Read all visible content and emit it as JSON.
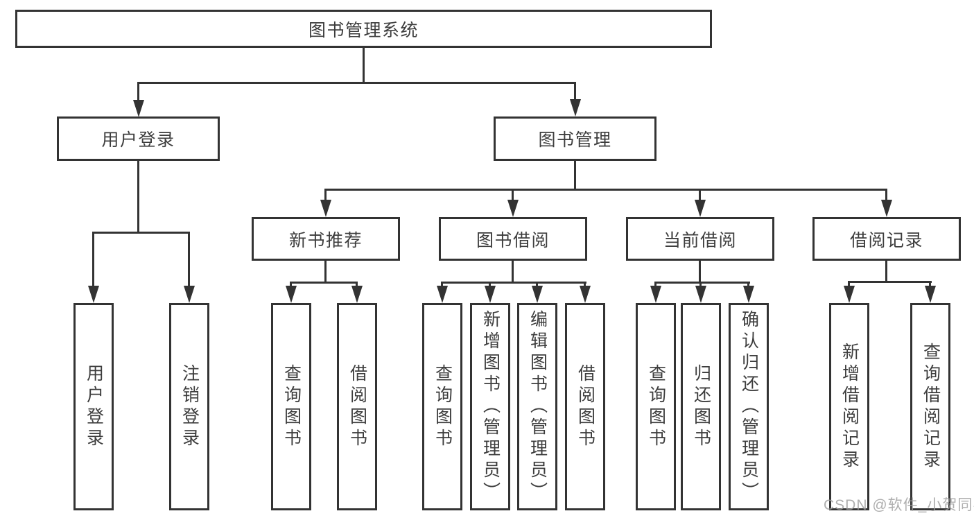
{
  "diagram": {
    "root": {
      "label": "图书管理系统"
    },
    "user_login": {
      "label": "用户登录",
      "children": [
        {
          "label": "用户登录"
        },
        {
          "label": "注销登录"
        }
      ]
    },
    "book_management": {
      "label": "图书管理",
      "new_book": {
        "label": "新书推荐",
        "children": [
          {
            "label": "查询图书"
          },
          {
            "label": "借阅图书"
          }
        ]
      },
      "borrow": {
        "label": "图书借阅",
        "children": [
          {
            "label": "查询图书"
          },
          {
            "label": "新增图书（管理员）"
          },
          {
            "label": "编辑图书（管理员）"
          },
          {
            "label": "借阅图书"
          }
        ]
      },
      "current": {
        "label": "当前借阅",
        "children": [
          {
            "label": "查询图书"
          },
          {
            "label": "归还图书"
          },
          {
            "label": "确认归还（管理员）"
          }
        ]
      },
      "records": {
        "label": "借阅记录",
        "children": [
          {
            "label": "新增借阅记录"
          },
          {
            "label": "查询借阅记录"
          }
        ]
      }
    },
    "colors": {
      "line": "#333333",
      "text": "#3d3d3d",
      "watermark": "#9e9e9e"
    },
    "watermark": "CSDN @软件_小贺同学"
  }
}
